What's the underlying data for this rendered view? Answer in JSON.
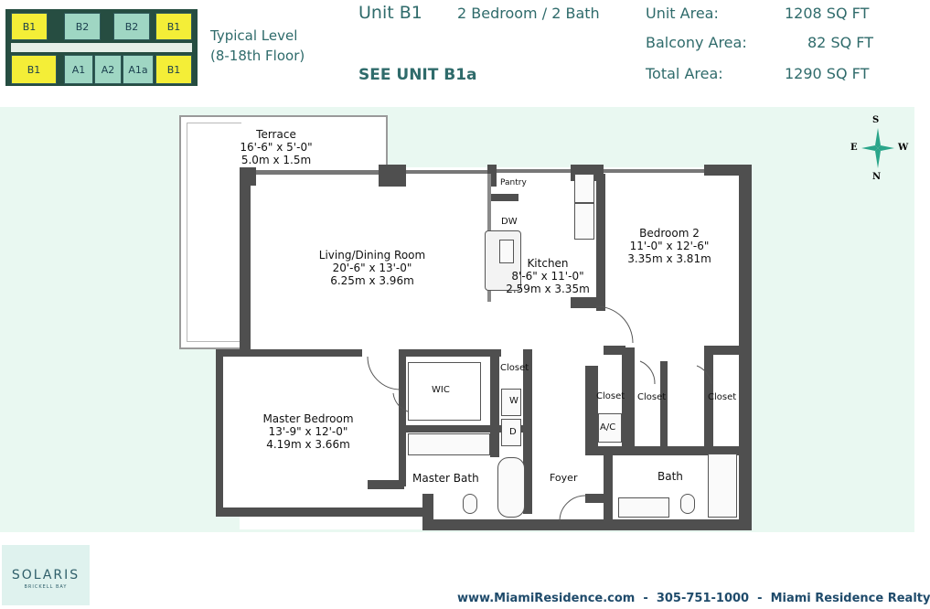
{
  "key_plan": {
    "top_row": [
      "B1",
      "B2",
      "B2",
      "B1"
    ],
    "bottom_row": [
      "B1",
      "A1",
      "A2",
      "A1a",
      "B1"
    ],
    "level_line1": "Typical Level",
    "level_line2": "(8-18th Floor)"
  },
  "unit": {
    "name": "Unit B1",
    "type": "2 Bedroom / 2 Bath",
    "see_also": "SEE UNIT B1a"
  },
  "areas": [
    {
      "label": "Unit Area:",
      "value": "1208 SQ FT"
    },
    {
      "label": "Balcony Area:",
      "value": "82 SQ FT"
    },
    {
      "label": "Total Area:",
      "value": "1290 SQ FT"
    }
  ],
  "compass": {
    "s": "S",
    "e": "E",
    "w": "W",
    "n": "N"
  },
  "rooms": {
    "terrace": {
      "name": "Terrace",
      "dim1": "16'-6\" x 5'-0\"",
      "dim2": "5.0m x 1.5m"
    },
    "living": {
      "name": "Living/Dining Room",
      "dim1": "20'-6\" x 13'-0\"",
      "dim2": "6.25m x 3.96m"
    },
    "kitchen": {
      "name": "Kitchen",
      "dim1": "8'-6\" x 11'-0\"",
      "dim2": "2.59m x 3.35m"
    },
    "bedroom2": {
      "name": "Bedroom 2",
      "dim1": "11'-0\" x 12'-6\"",
      "dim2": "3.35m x 3.81m"
    },
    "master": {
      "name": "Master Bedroom",
      "dim1": "13'-9\" x 12'-0\"",
      "dim2": "4.19m x 3.66m"
    }
  },
  "labels": {
    "pantry": "Pantry",
    "dw": "DW",
    "wic": "WIC",
    "closet": "Closet",
    "w": "W",
    "d": "D",
    "ac": "A/C",
    "master_bath": "Master Bath",
    "foyer": "Foyer",
    "bath": "Bath"
  },
  "logo": {
    "name": "SOLARIS",
    "sub": "BRICKELL BAY"
  },
  "footer": "www.MiamiResidence.com  -  305-751-1000  -  Miami Residence Realty",
  "colors": {
    "header_text": "#2f6b6b",
    "plan_bg": "#e9f8f1",
    "key_yellow": "#f4ee37",
    "key_green": "#9fd6c3",
    "compass": "#2aa58a"
  }
}
